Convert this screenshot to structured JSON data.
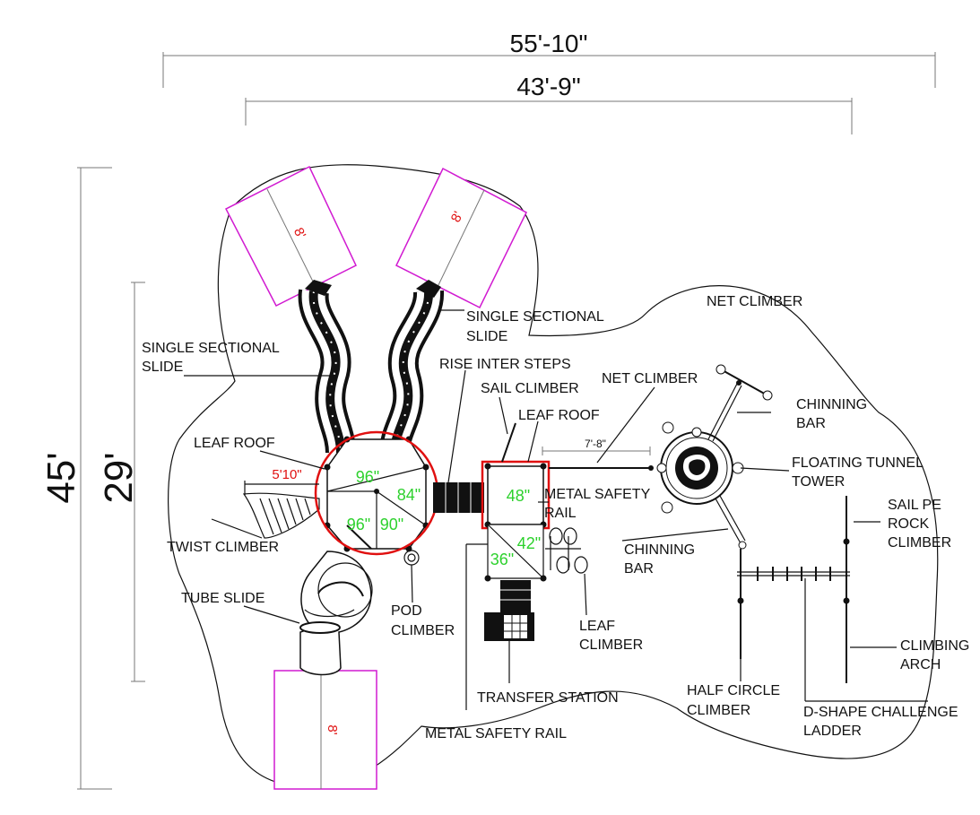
{
  "dimensions": {
    "overall_width": "55'-10\"",
    "structure_width": "43'-9\"",
    "overall_depth": "45'",
    "structure_depth": "29'",
    "twist_offset": "5'10\"",
    "net_span": "7'-8\""
  },
  "platforms": {
    "p96_top": "96\"",
    "p84": "84\"",
    "p96_bottom": "96\"",
    "p90": "90\"",
    "p48": "48\"",
    "p42": "42\"",
    "p36": "36\""
  },
  "slide_zones": {
    "left": "8'",
    "right": "8'",
    "bottom": "8'"
  },
  "labels": {
    "single_sectional_slide_left_1": "SINGLE SECTIONAL",
    "single_sectional_slide_left_2": "SLIDE",
    "single_sectional_slide_right_1": "SINGLE SECTIONAL",
    "single_sectional_slide_right_2": "SLIDE",
    "net_climber_top": "NET CLIMBER",
    "rise_inter_steps": "RISE INTER STEPS",
    "sail_climber": "SAIL CLIMBER",
    "net_climber_mid": "NET CLIMBER",
    "leaf_roof_right": "LEAF ROOF",
    "leaf_roof_left": "LEAF ROOF",
    "chinning_bar_top_1": "CHINNING",
    "chinning_bar_top_2": "BAR",
    "floating_tunnel_tower_1": "FLOATING TUNNEL",
    "floating_tunnel_tower_2": "TOWER",
    "metal_safety_rail_top_1": "METAL SAFETY",
    "metal_safety_rail_top_2": "RAIL",
    "sail_pe_rock_climber_1": "SAIL PE",
    "sail_pe_rock_climber_2": "ROCK",
    "sail_pe_rock_climber_3": "CLIMBER",
    "twist_climber": "TWIST CLIMBER",
    "chinning_bar_bottom_1": "CHINNING",
    "chinning_bar_bottom_2": "BAR",
    "tube_slide": "TUBE SLIDE",
    "pod_climber_1": "POD",
    "pod_climber_2": "CLIMBER",
    "leaf_climber_1": "LEAF",
    "leaf_climber_2": "CLIMBER",
    "climbing_arch_1": "CLIMBING",
    "climbing_arch_2": "ARCH",
    "transfer_station": "TRANSFER STATION",
    "half_circle_climber_1": "HALF CIRCLE",
    "half_circle_climber_2": "CLIMBER",
    "d_shape_ladder_1": "D-SHAPE CHALLENGE",
    "d_shape_ladder_2": "LADDER",
    "metal_safety_rail_bottom": "METAL SAFETY RAIL"
  },
  "colors": {
    "platform_text": "#2dd12d",
    "dimension_red": "#e01010",
    "slide_zone": "#d11ad1",
    "highlight_red": "#e01010"
  }
}
